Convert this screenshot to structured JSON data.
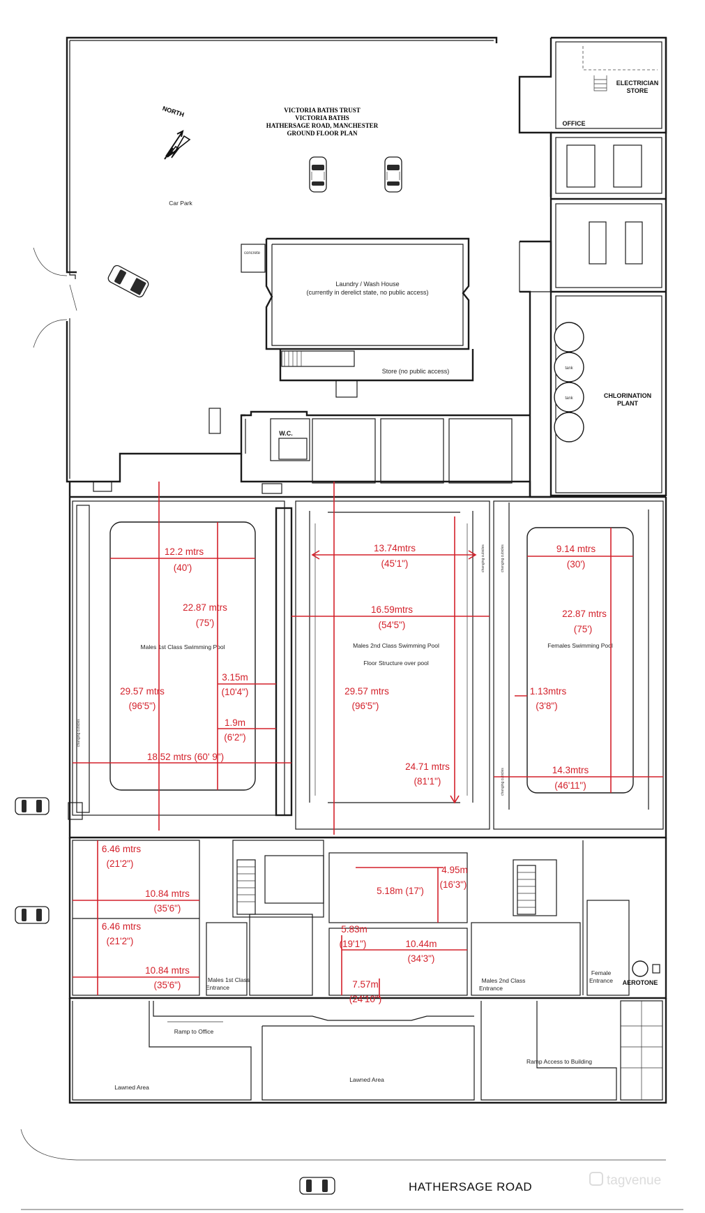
{
  "title": {
    "line1": "VICTORIA BATHS TRUST",
    "line2": "VICTORIA BATHS",
    "line3": "HATHERSAGE ROAD, MANCHESTER",
    "line4": "GROUND FLOOR PLAN"
  },
  "north_label": "NORTH",
  "rooms": {
    "car_park": "Car Park",
    "concrete": "concrete",
    "laundry_line1": "Laundry / Wash House",
    "laundry_line2": "(currently in derelict state, no public access)",
    "store": "Store (no public access)",
    "electrician_line1": "ELECTRICIAN",
    "electrician_line2": "STORE",
    "office": "OFFICE",
    "chlorination_line1": "CHLORINATION",
    "chlorination_line2": "PLANT",
    "wc": "W.C.",
    "tank_label": "tank",
    "pool_males_1st": "Males 1st Class Swimming Pool",
    "pool_males_2nd": "Males 2nd Class Swimming Pool",
    "floor_structure": "Floor Structure over pool",
    "pool_females": "Females Swimming Pool",
    "changing_cubicles": "changing cubicles",
    "males_1st_entrance_line1": "Males 1st Class",
    "males_1st_entrance_line2": "Entrance",
    "males_2nd_entrance_line1": "Males 2nd Class",
    "males_2nd_entrance_line2": "Entrance",
    "female_entrance_line1": "Female",
    "female_entrance_line2": "Entrance",
    "aerotone": "AEROTONE",
    "ramp_office": "Ramp to Office",
    "ramp_building": "Ramp Access to Building",
    "lawned_left": "Lawned Area",
    "lawned_center": "Lawned Area",
    "road": "HATHERSAGE ROAD"
  },
  "dimensions": {
    "p1_width_m": "12.2 mtrs",
    "p1_width_ft": "(40')",
    "p1_length_m": "22.87 mtrs",
    "p1_length_ft": "(75')",
    "p1_hall_m": "29.57 mtrs",
    "p1_hall_ft": "(96'5\")",
    "p1_gap1_m": "3.15m",
    "p1_gap1_ft": "(10'4\")",
    "p1_gap2_m": "1.9m",
    "p1_gap2_ft": "(6'2\")",
    "p1_hall_width": "18.52 mtrs (60' 9\")",
    "p2_floor_m": "13.74mtrs",
    "p2_floor_ft": "(45'1\")",
    "p2_width_m": "16.59mtrs",
    "p2_width_ft": "(54'5\")",
    "p2_hall_m": "29.57 mtrs",
    "p2_hall_ft": "(96'5\")",
    "p2_floor_len_m": "24.71 mtrs",
    "p2_floor_len_ft": "(81'1\")",
    "p3_width_m": "9.14 mtrs",
    "p3_width_ft": "(30')",
    "p3_length_m": "22.87 mtrs",
    "p3_length_ft": "(75')",
    "p3_gap_m": "1.13mtrs",
    "p3_gap_ft": "(3'8\")",
    "p3_hall_m": "14.3mtrs",
    "p3_hall_ft": "(46'11\")",
    "r1_a_m": "6.46 mtrs",
    "r1_a_ft": "(21'2\")",
    "r1_b_m": "10.84 mtrs",
    "r1_b_ft": "(35'6\")",
    "r2_a_m": "6.46 mtrs",
    "r2_a_ft": "(21'2\")",
    "r2_b_m": "10.84 mtrs",
    "r2_b_ft": "(35'6\")",
    "c1_m": "5.18m (17')",
    "c2_m": "4.95m",
    "c2_ft": "(16'3\")",
    "c3_m": "5.83m",
    "c3_ft": "(19'1\")",
    "c4_m": "10.44m",
    "c4_ft": "(34'3\")",
    "c5_m": "7.57m",
    "c5_ft": "(24'10\")"
  },
  "watermark": "tagvenue",
  "colors": {
    "dimension": "#d3202a",
    "wall": "#1a1a1a",
    "background": "#ffffff"
  }
}
